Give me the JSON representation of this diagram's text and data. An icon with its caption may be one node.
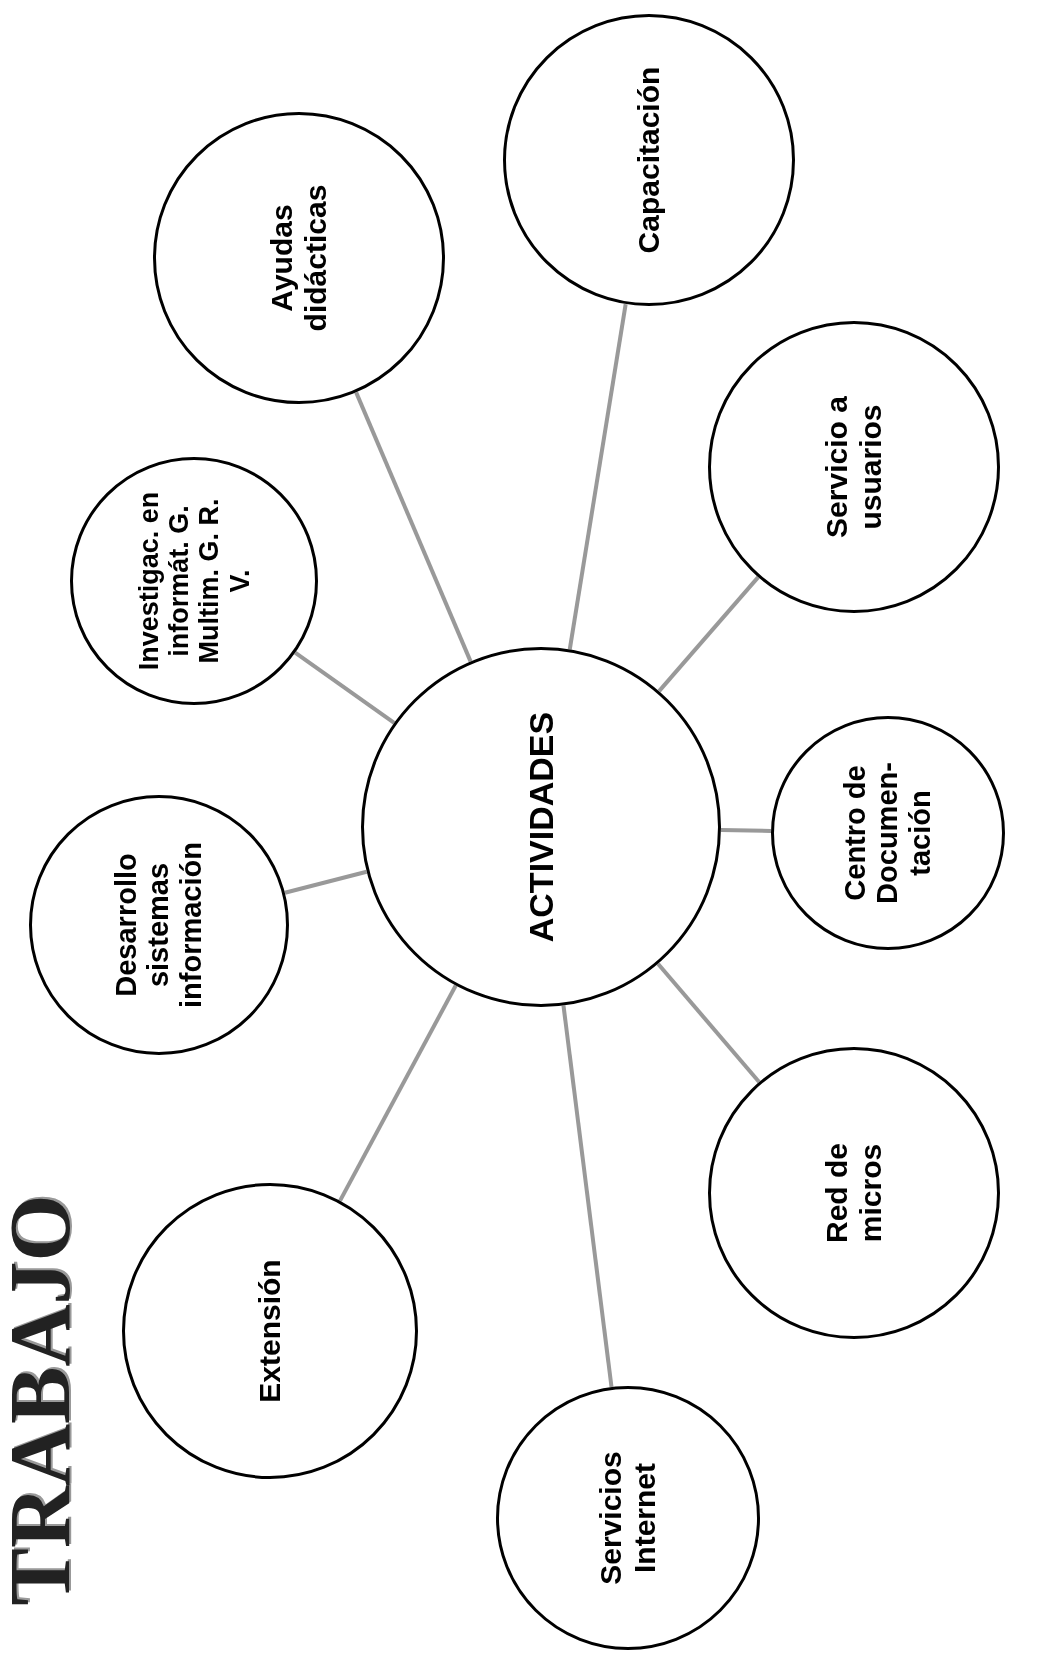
{
  "diagram": {
    "title": "TRABAJO",
    "nodes": [
      {
        "text": [
          "ACTIVIDADES"
        ]
      },
      {
        "text": [
          "Capacitación"
        ]
      },
      {
        "text": [
          "Servicio a usuarios"
        ]
      },
      {
        "text": [
          "Centro de Documen- tación"
        ]
      },
      {
        "text": [
          "Red de micros"
        ]
      },
      {
        "text": [
          "Servicios Internet"
        ]
      },
      {
        "text": [
          "Extensión"
        ]
      },
      {
        "text": [
          "Desarrollo sistemas información"
        ]
      },
      {
        "text": [
          "Investigac. en informát. G. Multim. G. R. V."
        ]
      },
      {
        "text": [
          "Ayudas didácticas"
        ]
      }
    ],
    "edges": [
      {
        "from": 0,
        "to": 1,
        "arrow": "none"
      },
      {
        "from": 0,
        "to": 2,
        "arrow": "none"
      },
      {
        "from": 0,
        "to": 3,
        "arrow": "none"
      },
      {
        "from": 0,
        "to": 4,
        "arrow": "none"
      },
      {
        "from": 0,
        "to": 5,
        "arrow": "none"
      },
      {
        "from": 0,
        "to": 6,
        "arrow": "none"
      },
      {
        "from": 0,
        "to": 7,
        "arrow": "none"
      },
      {
        "from": 0,
        "to": 8,
        "arrow": "none"
      },
      {
        "from": 0,
        "to": 9,
        "arrow": "none"
      }
    ]
  }
}
